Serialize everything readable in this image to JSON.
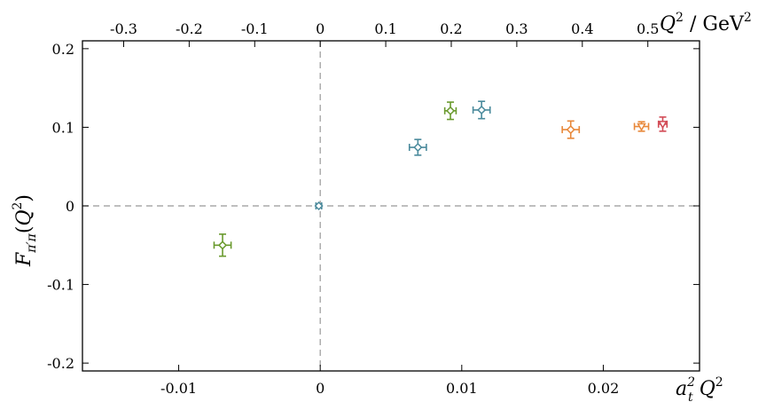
{
  "chart_data": {
    "type": "scatter",
    "xlabel": {
      "base": "a",
      "sub": "t",
      "sup": "2",
      "suffix": "Q",
      "suffix_sup": "2"
    },
    "x2label": {
      "base": "Q",
      "sup": "2",
      "sep": " / ",
      "unit": "GeV",
      "unit_sup": "2"
    },
    "ylabel": {
      "base": "F",
      "sub": "π′π",
      "open": "(",
      "arg": "Q",
      "arg_sup": "2",
      "close": ")"
    },
    "xlim": [
      -0.0168,
      0.0268
    ],
    "ylim": [
      -0.21,
      0.21
    ],
    "x_ticks": [
      -0.01,
      0,
      0.01,
      0.02
    ],
    "x_tick_labels": [
      "-0.01",
      "0",
      "0.01",
      "0.02"
    ],
    "y_ticks": [
      -0.2,
      -0.1,
      0,
      0.1,
      0.2
    ],
    "y_tick_labels": [
      "-0.2",
      "-0.1",
      "0",
      "0.1",
      "0.2"
    ],
    "x2_ticks": [
      -0.3,
      -0.2,
      -0.1,
      0,
      0.1,
      0.2,
      0.3,
      0.4,
      0.5
    ],
    "x2_tick_labels": [
      "-0.3",
      "-0.2",
      "-0.1",
      "0",
      "0.1",
      "0.2",
      "0.3",
      "0.4",
      "0.5"
    ],
    "x2_per_x": 21.6,
    "reference_lines": {
      "x": 0,
      "y": 0
    },
    "grid": false,
    "colors": {
      "green": "#6a9a2e",
      "teal": "#4a8a9c",
      "orange": "#e8883a",
      "red": "#d24a55",
      "reference": "#999999",
      "axis": "#000000"
    },
    "points": [
      {
        "x": -0.0069,
        "y": -0.05,
        "xerr": 0.0006,
        "yerr": 0.014,
        "color": "green",
        "marker": "diamond"
      },
      {
        "x": -0.0001,
        "y": 0.0,
        "xerr": 0.0002,
        "yerr": 0.0015,
        "color": "teal",
        "marker": "diamond"
      },
      {
        "x": 0.0069,
        "y": 0.0745,
        "xerr": 0.0006,
        "yerr": 0.01,
        "color": "teal",
        "marker": "diamond"
      },
      {
        "x": 0.0092,
        "y": 0.121,
        "xerr": 0.0004,
        "yerr": 0.011,
        "color": "green",
        "marker": "diamond"
      },
      {
        "x": 0.0114,
        "y": 0.122,
        "xerr": 0.0006,
        "yerr": 0.011,
        "color": "teal",
        "marker": "diamond"
      },
      {
        "x": 0.0177,
        "y": 0.097,
        "xerr": 0.0006,
        "yerr": 0.011,
        "color": "orange",
        "marker": "diamond"
      },
      {
        "x": 0.0227,
        "y": 0.101,
        "xerr": 0.0005,
        "yerr": 0.006,
        "color": "orange",
        "marker": "triangle-down"
      },
      {
        "x": 0.0242,
        "y": 0.104,
        "xerr": 0.0003,
        "yerr": 0.009,
        "color": "red",
        "marker": "triangle-down"
      }
    ]
  }
}
